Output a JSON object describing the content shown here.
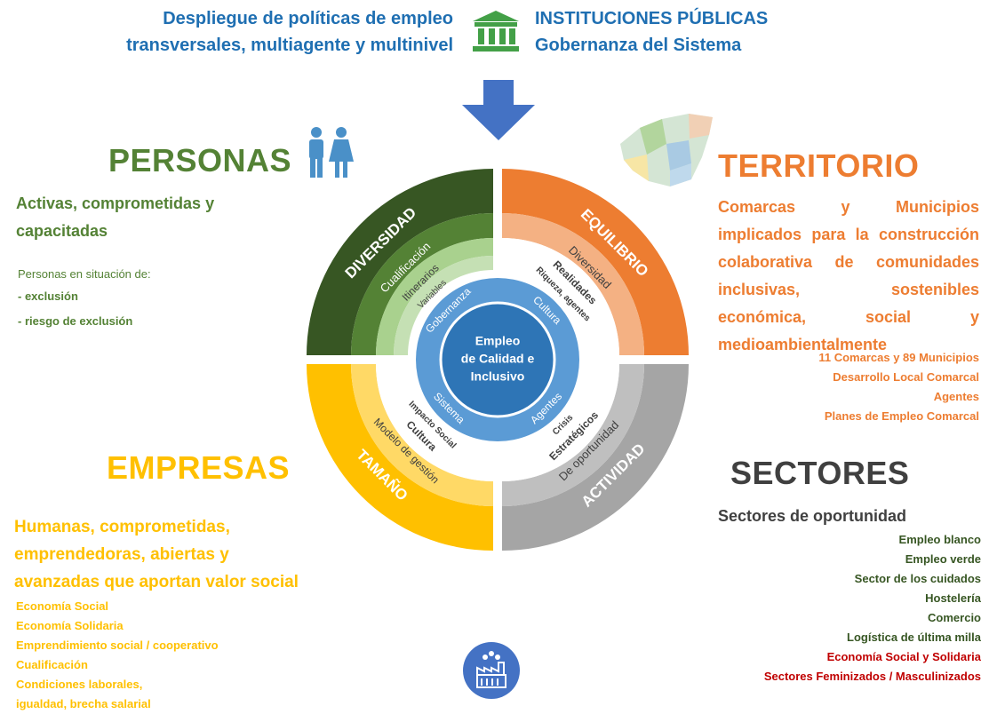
{
  "header": {
    "left_line1": "Despliegue de políticas de empleo",
    "left_line2": "transversales, multiagente y multinivel",
    "right_line1": "INSTITUCIONES PÚBLICAS",
    "right_line2": "Gobernanza del Sistema"
  },
  "personas": {
    "title": "PERSONAS",
    "subtitle_line1": "Activas, comprometidas y",
    "subtitle_line2": "capacitadas",
    "intro": "Personas en situación de:",
    "items": [
      "- exclusión",
      "- riesgo de exclusión"
    ]
  },
  "territorio": {
    "title": "TERRITORIO",
    "desc_lines": [
      "Comarcas y Municipios",
      "implicados para la construcción",
      "colaborativa de comunidades",
      "inclusivas, sostenibles",
      "económica, social y",
      "medioambientalmente"
    ],
    "items": [
      "11 Comarcas y 89 Municipios",
      "Desarrollo Local Comarcal",
      "Agentes",
      "Planes de Empleo Comarcal"
    ]
  },
  "empresas": {
    "title": "EMPRESAS",
    "desc_lines": [
      "Humanas, comprometidas,",
      "emprendedoras, abiertas y",
      "avanzadas que aportan valor social"
    ],
    "items": [
      "Economía Social",
      "Economía Solidaria",
      "Emprendimiento social / cooperativo",
      "Cualificación",
      "Condiciones laborales,",
      "igualdad, brecha salarial"
    ]
  },
  "sectores": {
    "title": "SECTORES",
    "subtitle": "Sectores de oportunidad",
    "items": [
      "Empleo blanco",
      "Empleo verde",
      "Sector de los cuidados",
      "Hostelería",
      "Comercio",
      "Logística de última milla"
    ],
    "items_highlight": [
      "Economía Social y Solidaria",
      "Sectores Feminizados / Masculinizados"
    ]
  },
  "wheel": {
    "center_line1": "Empleo",
    "center_line2": "de Calidad e",
    "center_line3": "Inclusivo",
    "blue_ring": {
      "top_left": "Gobernanza",
      "top_right": "Cultura",
      "bottom_left": "Sistema",
      "bottom_right": "Agentes"
    },
    "quadrants": {
      "top_left": {
        "outer": "DIVERSIDAD",
        "ring2": "Cualificación",
        "ring3": "Itinerarios",
        "ring4": "Variables"
      },
      "top_right": {
        "outer": "EQUILIBRIO",
        "ring2": "Diversidad",
        "ring3": "Realidades",
        "ring4": "Riqueza, agentes"
      },
      "bottom_left": {
        "outer": "TAMAÑO",
        "ring2": "Modelo de gestión",
        "ring3": "Cultura",
        "ring4": "Impacto Social"
      },
      "bottom_right": {
        "outer": "ACTIVIDAD",
        "ring2": "De oportunidad",
        "ring3": "Estratégicos",
        "ring4": "Crisis"
      }
    }
  },
  "colors": {
    "blue_text": "#1f6fb2",
    "green_dark": "#375623",
    "green_mid": "#548235",
    "green_light": "#a9d18e",
    "green_pale": "#c5e0b4",
    "orange": "#ed7d31",
    "orange_light": "#f4b183",
    "yellow": "#ffc000",
    "yellow_light": "#ffd966",
    "grey": "#a5a5a5",
    "grey_light": "#bfbfbf",
    "blue_ring": "#5b9bd5",
    "blue_center": "#2e75b6",
    "dark_text": "#404040",
    "red_text": "#c00000"
  }
}
